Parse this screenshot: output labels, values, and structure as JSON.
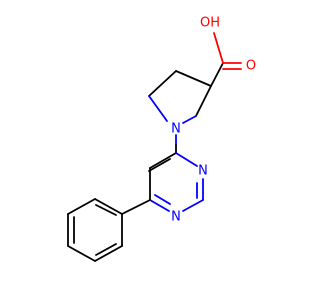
{
  "molecule": {
    "atoms": {
      "oh_label": "OH",
      "o_label": "O",
      "n_pyrrolidine_label": "N",
      "n_pyrimidine_upper_label": "N",
      "n_pyrimidine_lower_label": "N"
    },
    "colors": {
      "carbon_bonds": "#000000",
      "oxygen": "#ff0000",
      "nitrogen": "#0000ff"
    }
  }
}
